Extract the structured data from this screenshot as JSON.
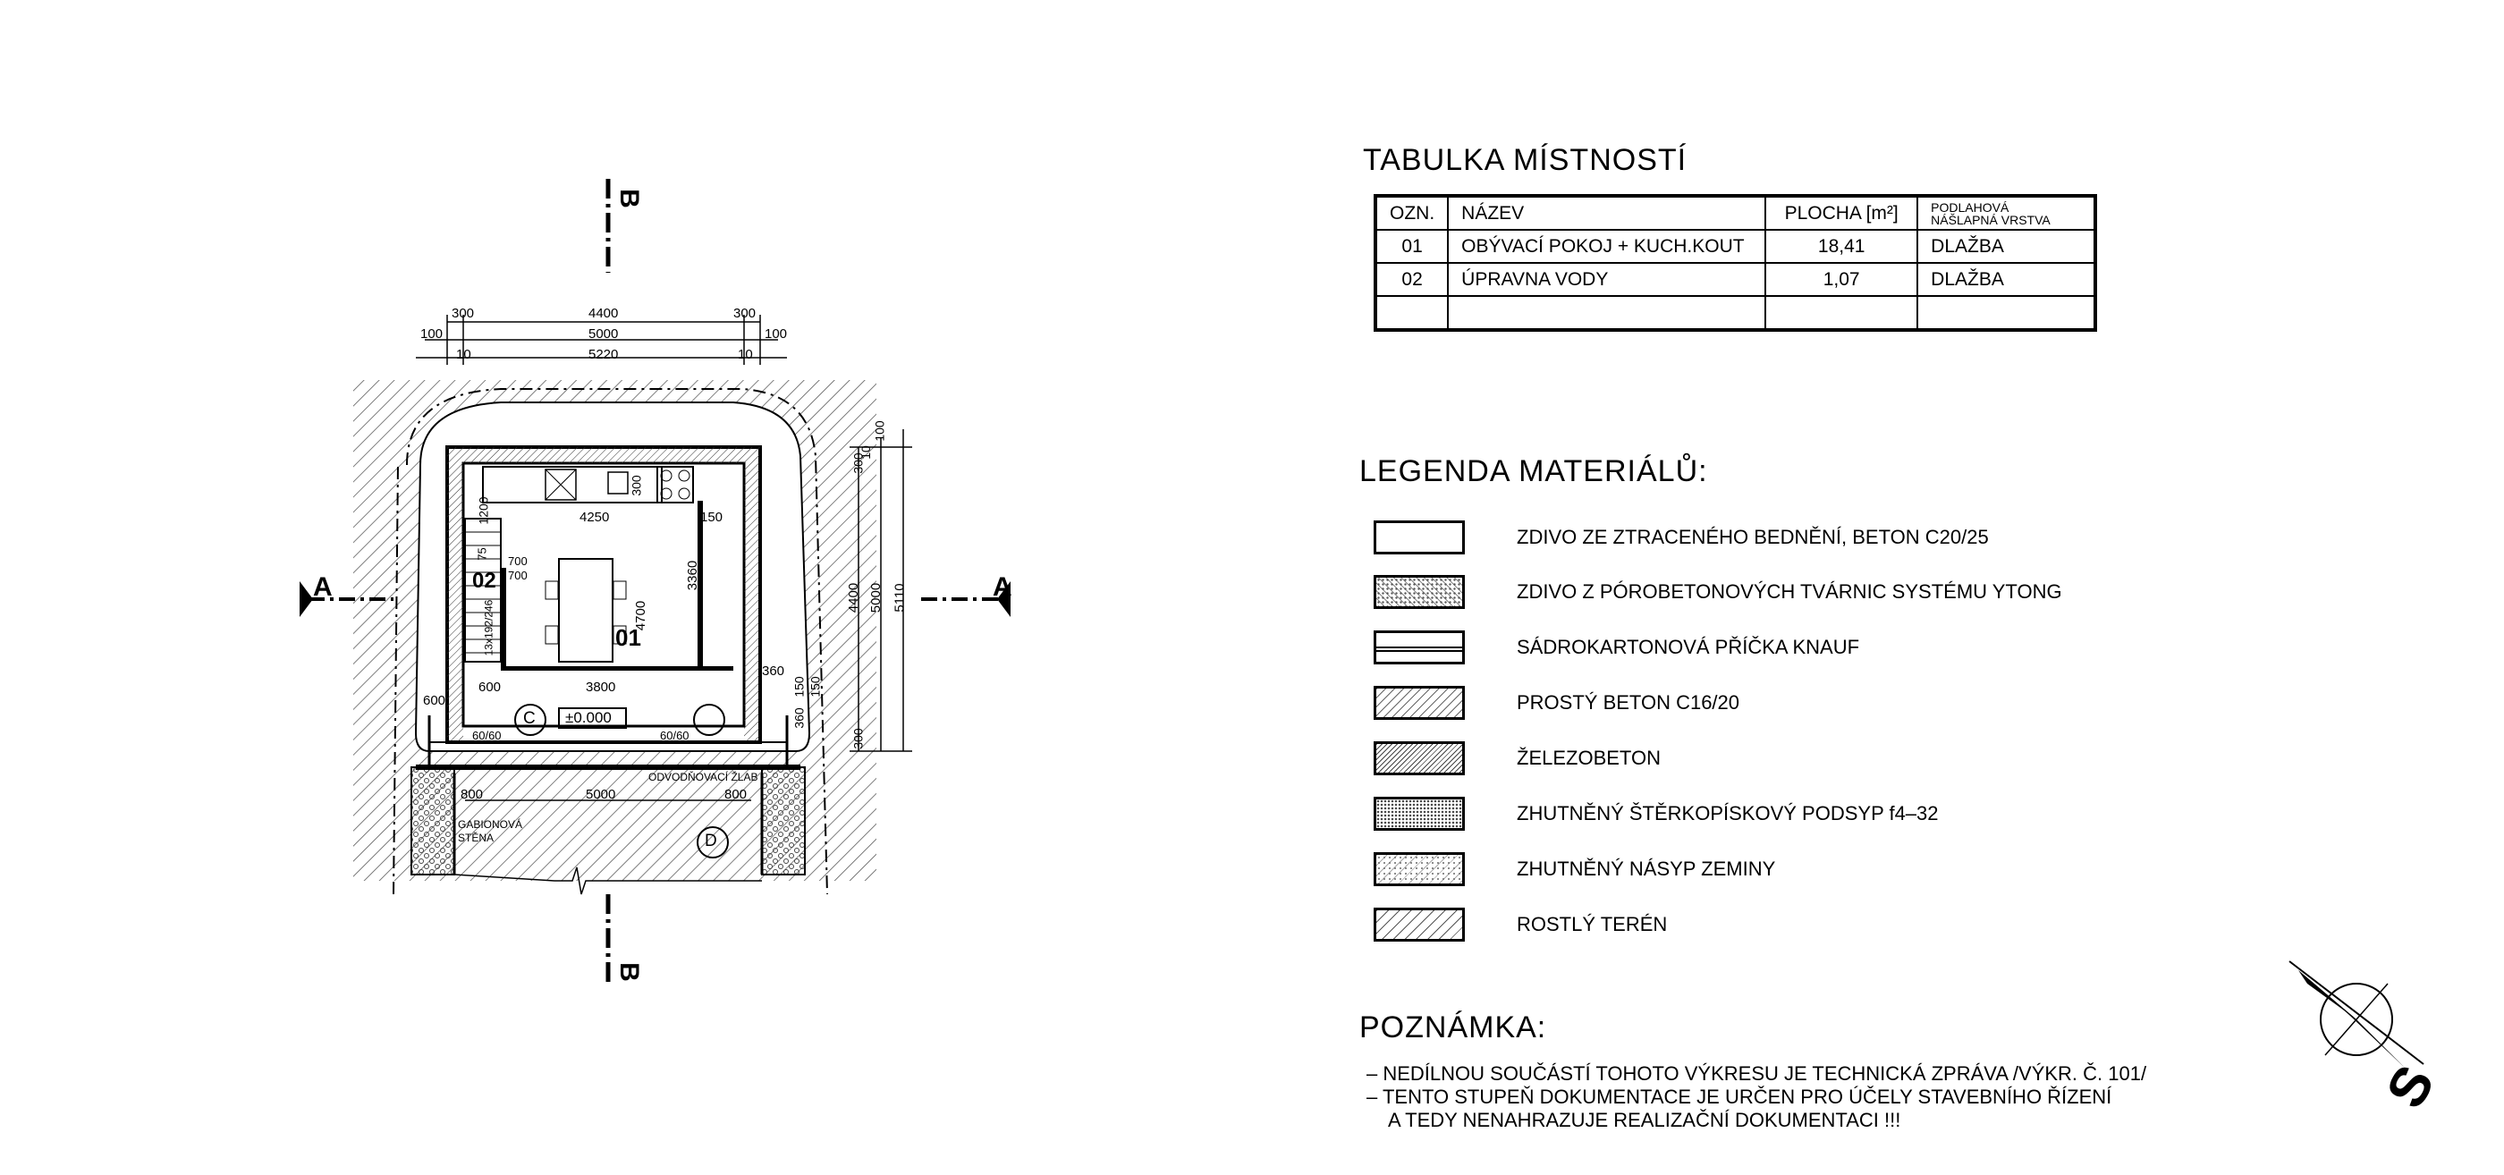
{
  "plan": {
    "section_marks": {
      "a_left": "A",
      "a_right": "A",
      "b_top": "B",
      "b_bottom": "B"
    },
    "dims_top": {
      "d1": "300",
      "d2": "4400",
      "d3": "300",
      "d4": "100",
      "d5": "5000",
      "d6": "100",
      "d7": "10",
      "d8": "5220",
      "d9": "10"
    },
    "dims_right": {
      "r1": "100",
      "r2": "10",
      "r3": "300",
      "r4": "4400",
      "r5": "5000",
      "r6": "5110",
      "r7": "300"
    },
    "dims_inner": {
      "w4250": "4250",
      "w150": "150",
      "w300": "300",
      "h1200": "1200",
      "h75": "75",
      "h700a": "700",
      "h700b": "700",
      "stairs": "13x192/246",
      "h4700": "4700",
      "h3360": "3360",
      "w600a": "600",
      "w3800": "3800",
      "w600b": "600",
      "w360a": "360",
      "w360b": "360",
      "w150b": "150",
      "w2150": "150"
    },
    "rooms": {
      "r01": "01",
      "r02": "02"
    },
    "level": "±0.000",
    "fixtures": {
      "c_label": "C",
      "d_label": "D",
      "tile_left": "60/60",
      "tile_right": "60/60"
    },
    "drain": "ODVODŇOVACÍ ŽLAB",
    "gabion": "GABIONOVÁ STĚNA",
    "dims_bottom": {
      "b1": "800",
      "b2": "5000",
      "b3": "800"
    }
  },
  "room_table": {
    "title": "TABULKA  MÍSTNOSTÍ",
    "headers": {
      "ozn": "OZN.",
      "nazev": "NÁZEV",
      "plocha": "PLOCHA  [m²]",
      "vrstva_1": "PODLAHOVÁ",
      "vrstva_2": "NÁŠLAPNÁ VRSTVA"
    },
    "rows": [
      {
        "ozn": "01",
        "nazev": "OBÝVACÍ  POKOJ  +  KUCH.KOUT",
        "plocha": "18,41",
        "vrstva": "DLAŽBA"
      },
      {
        "ozn": "02",
        "nazev": "ÚPRAVNA  VODY",
        "plocha": "1,07",
        "vrstva": "DLAŽBA"
      }
    ]
  },
  "legend": {
    "title": "LEGENDA  MATERIÁLŮ:",
    "items": [
      {
        "label": "ZDIVO  ZE  ZTRACENÉHO  BEDNĚNÍ,  BETON  C20/25",
        "pattern": "blank"
      },
      {
        "label": "ZDIVO  Z  PÓROBETONOVÝCH  TVÁRNIC  SYSTÉMU  YTONG",
        "pattern": "dots"
      },
      {
        "label": "SÁDROKARTONOVÁ  PŘÍČKA  KNAUF",
        "pattern": "lines"
      },
      {
        "label": "PROSTÝ  BETON  C16/20",
        "pattern": "hatch"
      },
      {
        "label": "ŽELEZOBETON",
        "pattern": "hatch-dense"
      },
      {
        "label": "ZHUTNĚNÝ  ŠTĚRKOPÍSKOVÝ  PODSYP  f4–32",
        "pattern": "gravel"
      },
      {
        "label": "ZHUTNĚNÝ  NÁSYP  ZEMINY",
        "pattern": "soil"
      },
      {
        "label": "ROSTLÝ  TERÉN",
        "pattern": "hatch-wide"
      }
    ]
  },
  "notes": {
    "title": "POZNÁMKA:",
    "line1": "–  NEDÍLNOU  SOUČÁSTÍ  TOHOTO  VÝKRESU  JE  TECHNICKÁ  ZPRÁVA  /VÝKR.  Č.  101/",
    "line2": "–  TENTO  STUPEŇ  DOKUMENTACE  JE  URČEN  PRO  ÚČELY  STAVEBNÍHO  ŘÍZENÍ",
    "line3": "A  TEDY  NENAHRAZUJE  REALIZAČNÍ  DOKUMENTACI  !!!"
  },
  "north_arrow": {
    "label": "S"
  },
  "colors": {
    "line": "#000000",
    "hatch": "#555555",
    "background": "#ffffff"
  }
}
